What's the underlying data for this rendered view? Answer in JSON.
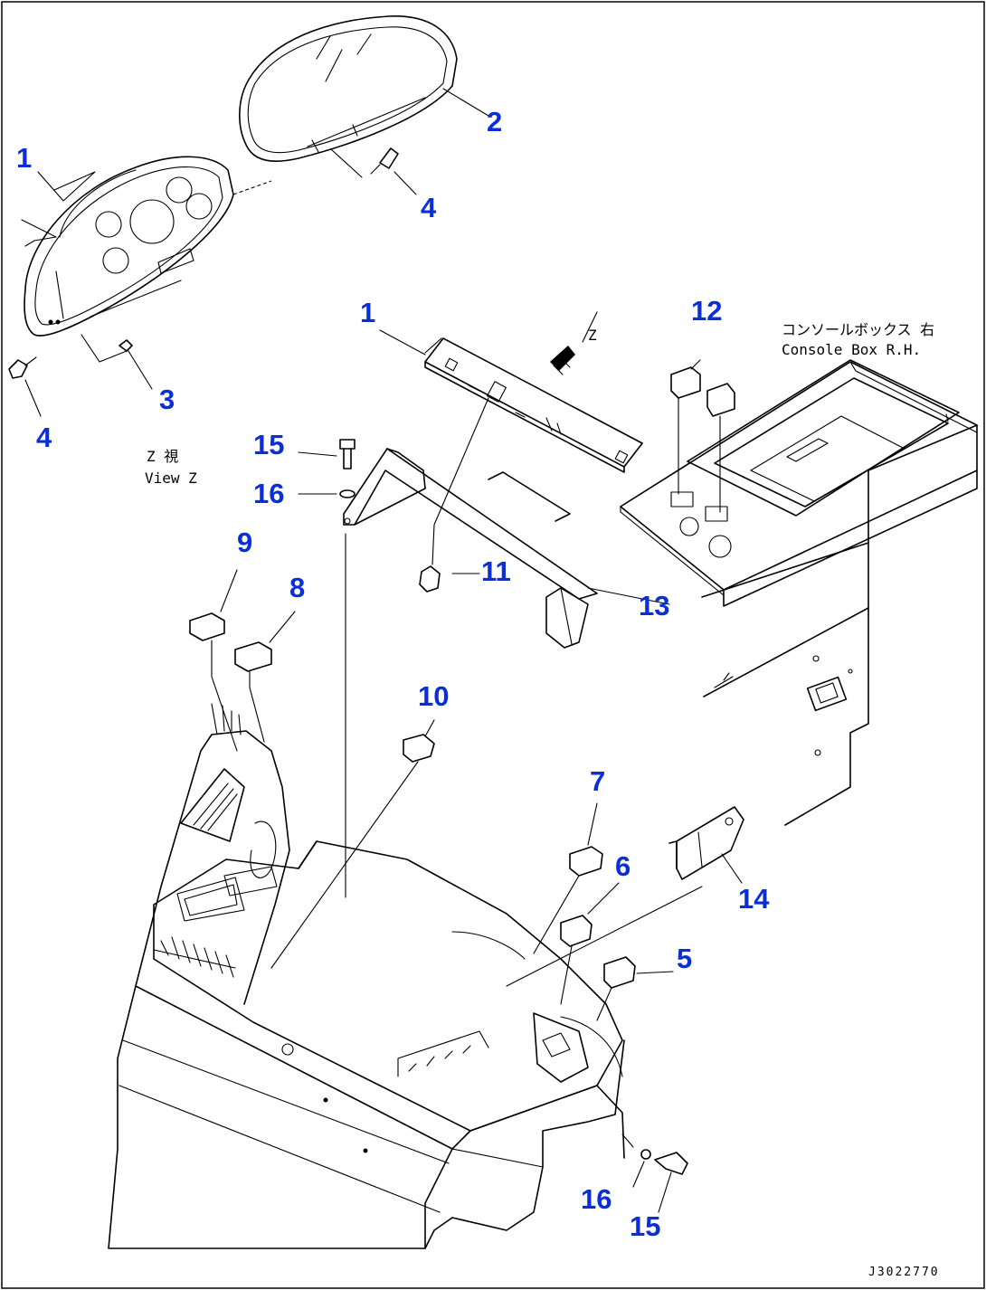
{
  "drawing_code": "J3022770",
  "view_label": {
    "jp": "Z 視",
    "en": "View Z"
  },
  "view_arrow_label": "Z",
  "console_label": {
    "jp": "コンソールボックス 右",
    "en": "Console Box R.H."
  },
  "callouts": {
    "c1_top": "1",
    "c2": "2",
    "c3": "3",
    "c4_top": "4",
    "c4_left": "4",
    "c1_mid": "1",
    "c12": "12",
    "c15_top": "15",
    "c16_top": "16",
    "c11": "11",
    "c13": "13",
    "c9": "9",
    "c8": "8",
    "c10": "10",
    "c7": "7",
    "c6": "6",
    "c5": "5",
    "c14": "14",
    "c16_bot": "16",
    "c15_bot": "15"
  },
  "colors": {
    "callout": "#0a2fd8",
    "line": "#000000",
    "background": "#ffffff"
  }
}
